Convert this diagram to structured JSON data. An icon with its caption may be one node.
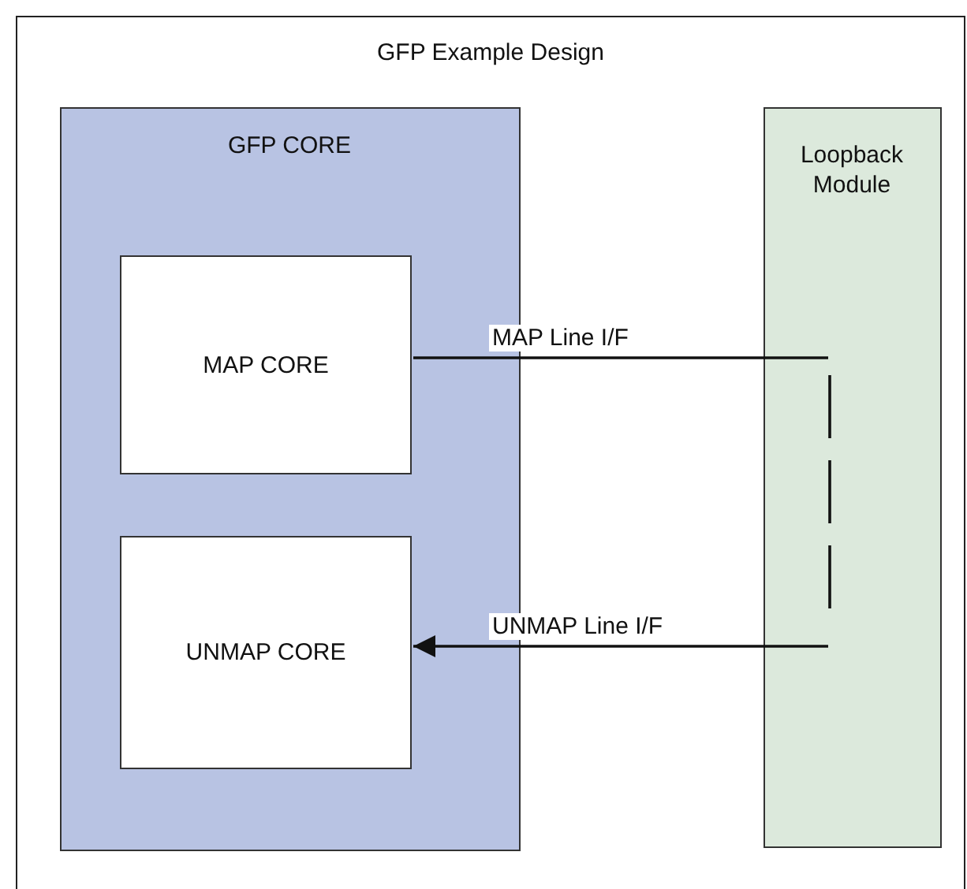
{
  "diagram": {
    "nodes": [
      {
        "text": [
          "GFP Example Design"
        ]
      },
      {
        "text": [
          "GFP CORE"
        ],
        "in": 0
      },
      {
        "text": [
          "MAP CORE"
        ],
        "in": 1
      },
      {
        "text": [
          "UNMAP CORE"
        ],
        "in": 1
      },
      {
        "text": [
          "Loopback Module"
        ],
        "in": 0
      },
      {
        "text": [],
        "shape": "bar",
        "in": 4
      }
    ],
    "edges": [
      {
        "from": 2,
        "to": 5,
        "arrow": "none",
        "label": "MAP Line I/F"
      },
      {
        "from": 5,
        "to": 3,
        "arrow": "to",
        "label": "UNMAP Line I/F"
      }
    ]
  }
}
